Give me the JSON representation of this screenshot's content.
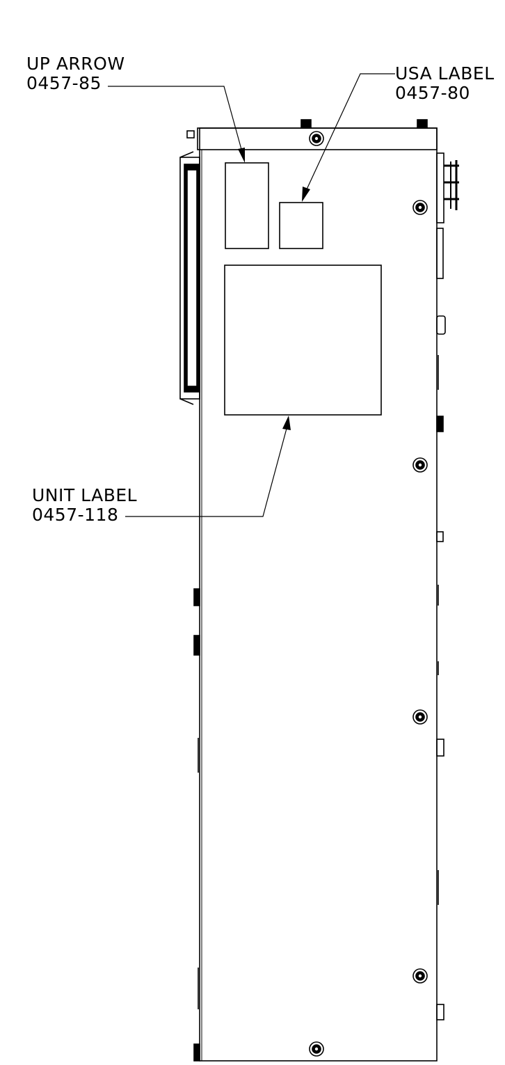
{
  "callouts": {
    "up_arrow": {
      "title": "UP ARROW",
      "part": "0457-85"
    },
    "usa_label": {
      "title": "USA LABEL",
      "part": "0457-80"
    },
    "unit_label": {
      "title": "UNIT LABEL",
      "part": "0457-118"
    }
  },
  "colors": {
    "line": "#000000",
    "background": "#ffffff"
  }
}
